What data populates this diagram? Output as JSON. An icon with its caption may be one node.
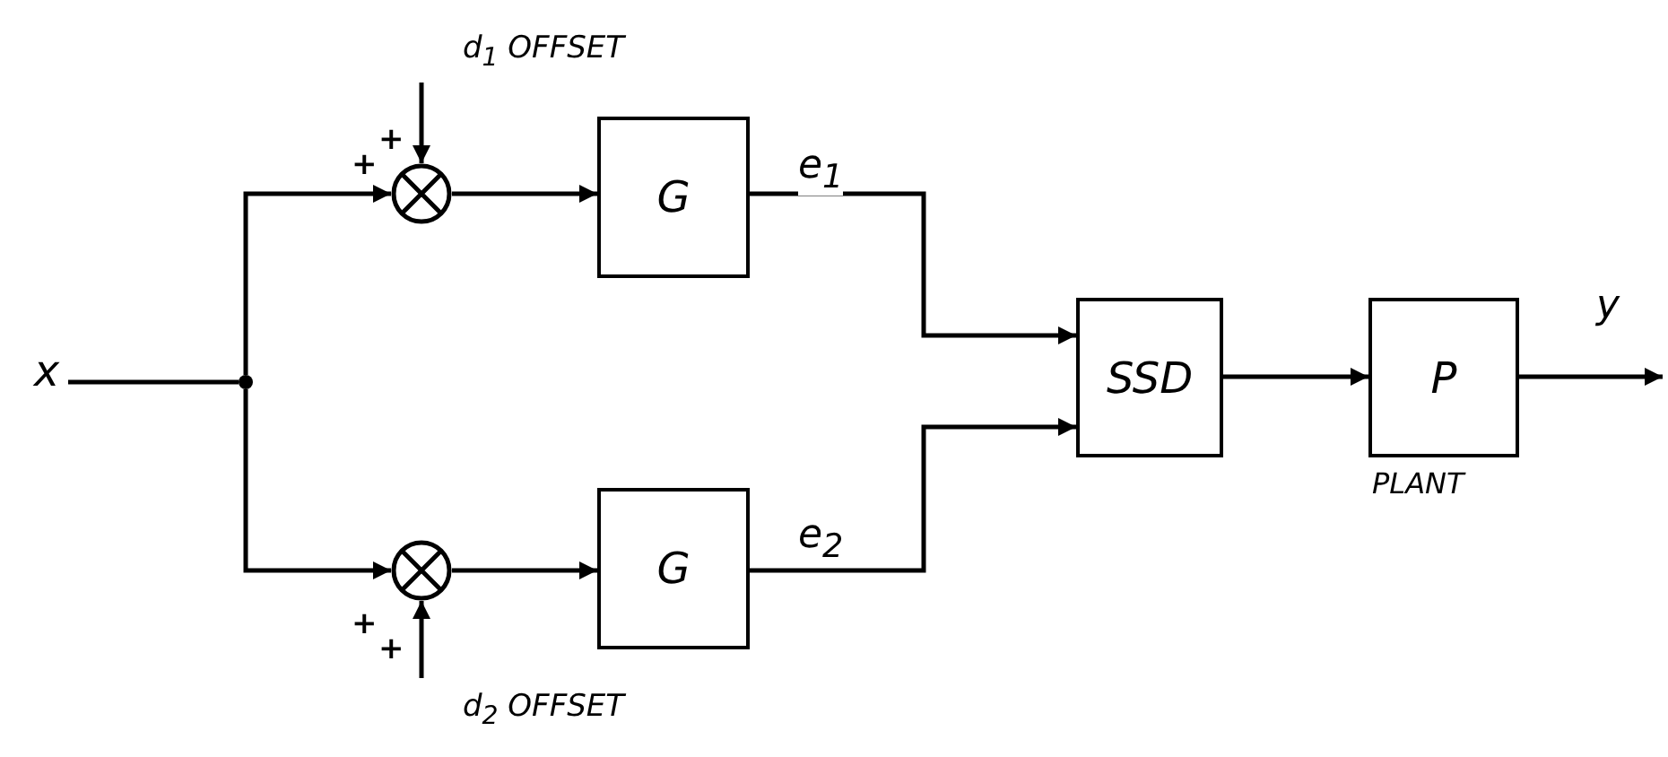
{
  "diagram": {
    "nodes": [
      {
        "text": [
          "x"
        ]
      },
      {
        "text": [],
        "shape": "circle"
      },
      {
        "text": [],
        "shape": "circle"
      },
      {
        "text": [
          "d$_{1}$ OFFSET"
        ]
      },
      {
        "text": [
          "G"
        ]
      },
      {
        "text": [],
        "shape": "circle"
      },
      {
        "text": [
          "d$_{2}$ OFFSET"
        ]
      },
      {
        "text": [
          "G"
        ]
      },
      {
        "text": [
          "SSD"
        ]
      },
      {
        "text": [
          "P"
        ],
        "beside": [
          "PLANT"
        ]
      }
    ],
    "edges": [
      {
        "from": 0,
        "to": 1,
        "arrow": "none"
      },
      {
        "from": 1,
        "to": 2,
        "arrow": "to"
      },
      {
        "from": 1,
        "to": 5,
        "arrow": "to"
      },
      {
        "from": 3,
        "to": 2,
        "arrow": "to"
      },
      {
        "from": 6,
        "to": 5,
        "arrow": "to"
      },
      {
        "from": 2,
        "to": 4,
        "arrow": "to"
      },
      {
        "from": 5,
        "to": 7,
        "arrow": "to"
      },
      {
        "from": 4,
        "to": 8,
        "arrow": "to",
        "label": "e$_{1}$"
      },
      {
        "from": 7,
        "to": 8,
        "arrow": "to",
        "label": "e$_{2}$"
      },
      {
        "from": 8,
        "to": 9,
        "arrow": "to"
      },
      {
        "from": 9,
        "to": null,
        "arrow": "to",
        "label": "y"
      }
    ],
    "labels": [
      "+",
      "+",
      "+",
      "+"
    ]
  }
}
